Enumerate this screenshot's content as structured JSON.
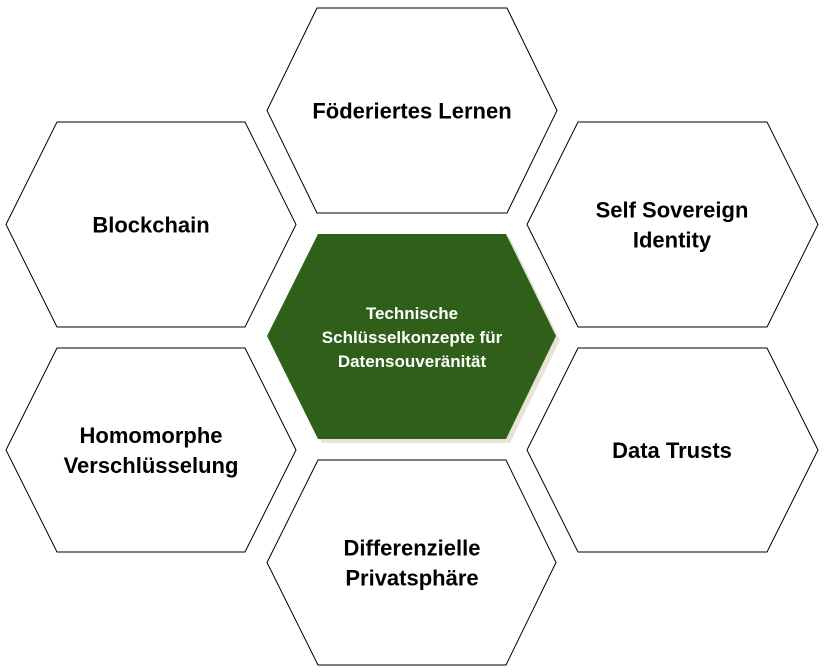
{
  "colors": {
    "center_fill": "#2f5f19",
    "shadow": "#e6e4d6",
    "outline": "#000000"
  },
  "center": {
    "lines": [
      "Technische",
      "Schlüsselkonzepte für",
      "Datensouveränität"
    ]
  },
  "nodes": [
    {
      "id": "top",
      "lines": [
        "Föderiertes Lernen"
      ]
    },
    {
      "id": "top-left",
      "lines": [
        "Blockchain"
      ]
    },
    {
      "id": "top-right",
      "lines": [
        "Self Sovereign",
        "Identity"
      ]
    },
    {
      "id": "bottom-left",
      "lines": [
        "Homomorphe",
        "Verschlüsselung"
      ]
    },
    {
      "id": "bottom-right",
      "lines": [
        "Data Trusts"
      ]
    },
    {
      "id": "bottom",
      "lines": [
        "Differenzielle",
        "Privatsphäre"
      ]
    }
  ]
}
